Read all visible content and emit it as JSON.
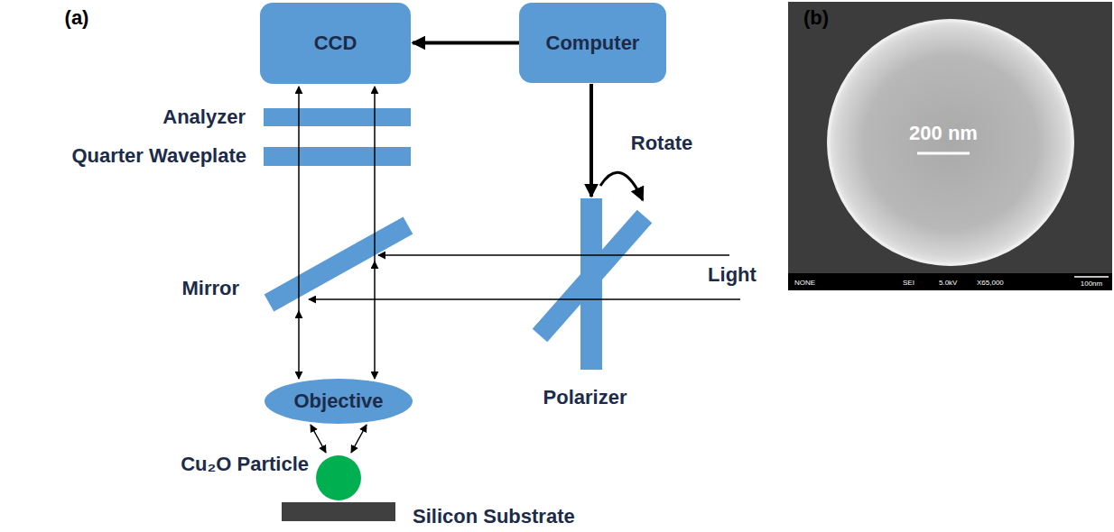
{
  "diagram": {
    "nodes": [
      {
        "text": [
          "CCD"
        ]
      },
      {
        "text": [
          "Computer"
        ]
      },
      {
        "text": [
          "Objective"
        ]
      }
    ],
    "edges": [
      {
        "from": 1,
        "to": 0,
        "arrow": "to"
      }
    ],
    "labels": [
      "(a)",
      "(b)",
      "Analyzer",
      "Quarter Waveplate",
      "Rotate",
      "Mirror",
      "Light",
      "Polarizer",
      "Cu₂O Particle",
      "Silicon Substrate",
      "200 nm",
      "NONE",
      "SEI",
      "5.0kV",
      "X65,000",
      "100nm"
    ]
  }
}
